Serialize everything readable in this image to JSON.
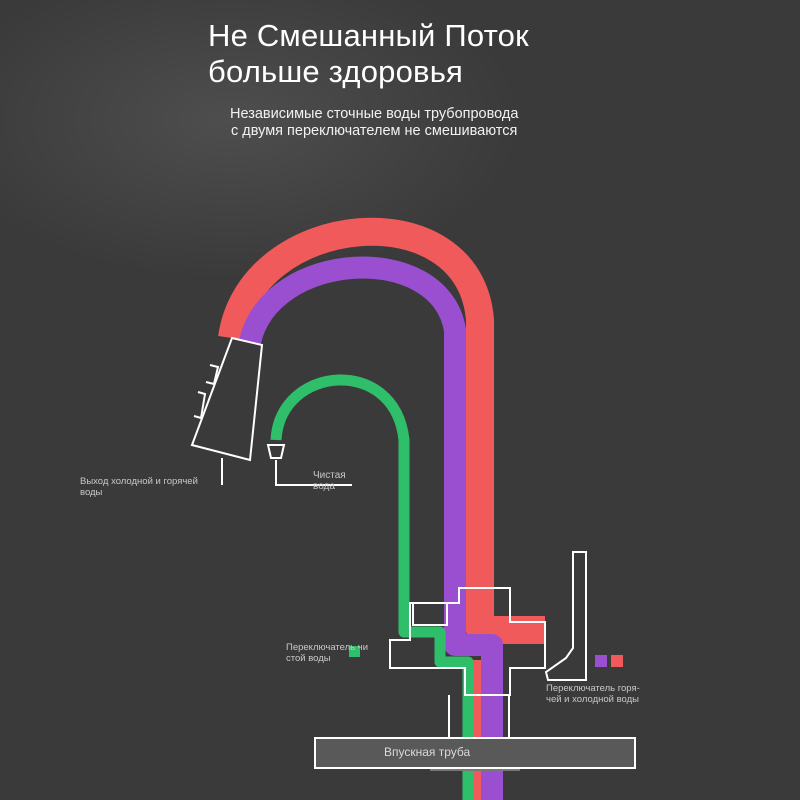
{
  "header": {
    "title_line1": "Не Смешанный Поток",
    "title_line2": "больше здоровья",
    "subtitle_line1": "Независимые сточные воды трубопровода",
    "subtitle_line2": "с двумя переключателем не смешиваются"
  },
  "labels": {
    "outlet_line1": "Выход холодной и горячей",
    "outlet_line2": "воды",
    "clean_line1": "Чистая",
    "clean_line2": "вода",
    "clean_switch_line1": "Переключатель чи",
    "clean_switch_line2": "стой воды",
    "hotcold_switch_line1": "Переключатель горя-",
    "hotcold_switch_line2": "чей и холодной воды",
    "inlet": "Впускная труба"
  },
  "colors": {
    "background": "#3a3a3a",
    "hot": "#f05a5a",
    "cold": "#9a4fd0",
    "clean": "#2fbf6a",
    "outline": "#ffffff"
  }
}
